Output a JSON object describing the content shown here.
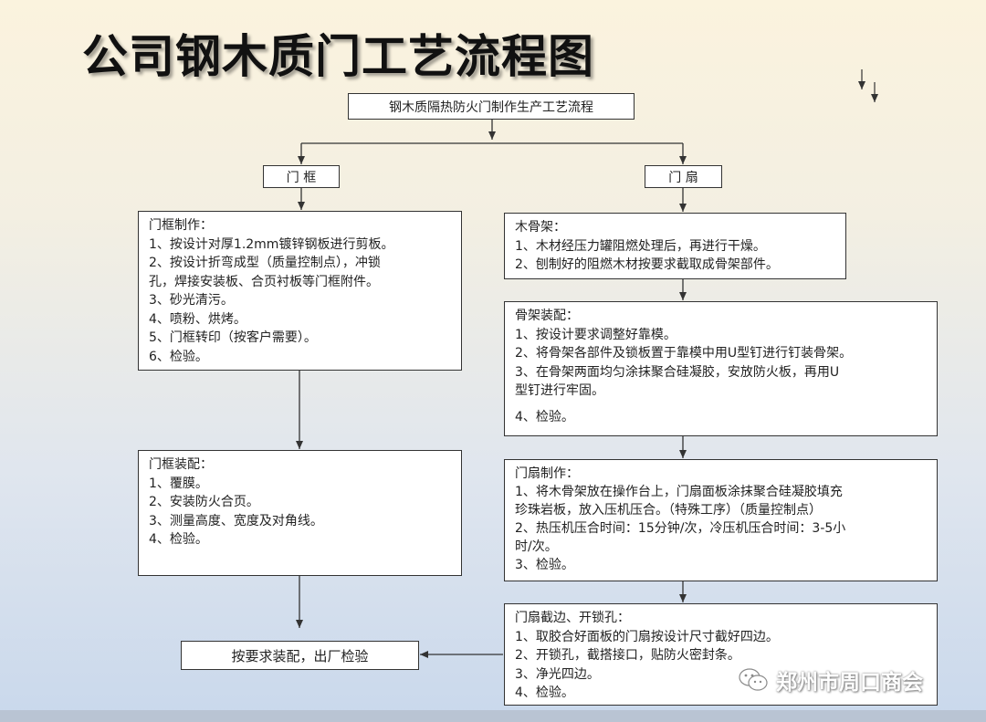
{
  "title": "公司钢木质门工艺流程图",
  "top_box": "钢木质隔热防火门制作生产工艺流程",
  "branches": {
    "left": "门 框",
    "right": "门 扇"
  },
  "frame_making": {
    "lines": [
      "门框制作：",
      "1、按设计对厚1.2mm镀锌钢板进行剪板。",
      "2、按设计折弯成型（质量控制点），冲锁",
      "孔，焊接安装板、合页衬板等门框附件。",
      "3、砂光清污。",
      "4、喷粉、烘烤。",
      "5、门框转印（按客户需要）。",
      "6、检验。"
    ]
  },
  "frame_assembly": {
    "lines": [
      "门框装配：",
      "1、覆膜。",
      "2、安装防火合页。",
      "3、测量高度、宽度及对角线。",
      "4、检验。"
    ]
  },
  "final_box": "按要求装配，出厂检验",
  "wood_frame": {
    "lines": [
      "木骨架：",
      "1、木材经压力罐阻燃处理后，再进行干燥。",
      "2、刨制好的阻燃木材按要求截取成骨架部件。"
    ]
  },
  "skeleton_assembly": {
    "lines": [
      "骨架装配：",
      "1、按设计要求调整好靠模。",
      "2、将骨架各部件及锁板置于靠模中用U型钉进行钉装骨架。",
      "3、在骨架两面均匀涂抹聚合硅凝胶，安放防火板，再用U",
      "型钉进行牢固。",
      "4、检验。"
    ]
  },
  "leaf_making": {
    "lines": [
      "门扇制作：",
      "1、将木骨架放在操作台上，门扇面板涂抹聚合硅凝胶填充",
      "珍珠岩板，放入压机压合。（特殊工序）（质量控制点）",
      "2、热压机压合时间：15分钟/次，冷压机压合时间：3-5小",
      "时/次。",
      "3、检验。"
    ]
  },
  "leaf_edging": {
    "lines": [
      "门扇截边、开锁孔：",
      "1、取胶合好面板的门扇按设计尺寸截好四边。",
      "2、开锁孔，截搭接口，贴防火密封条。",
      "3、净光四边。",
      "4、检验。"
    ]
  },
  "watermark": "郑州市周口商会",
  "colors": {
    "line": "#333333",
    "box_fill": "#ffffff"
  }
}
